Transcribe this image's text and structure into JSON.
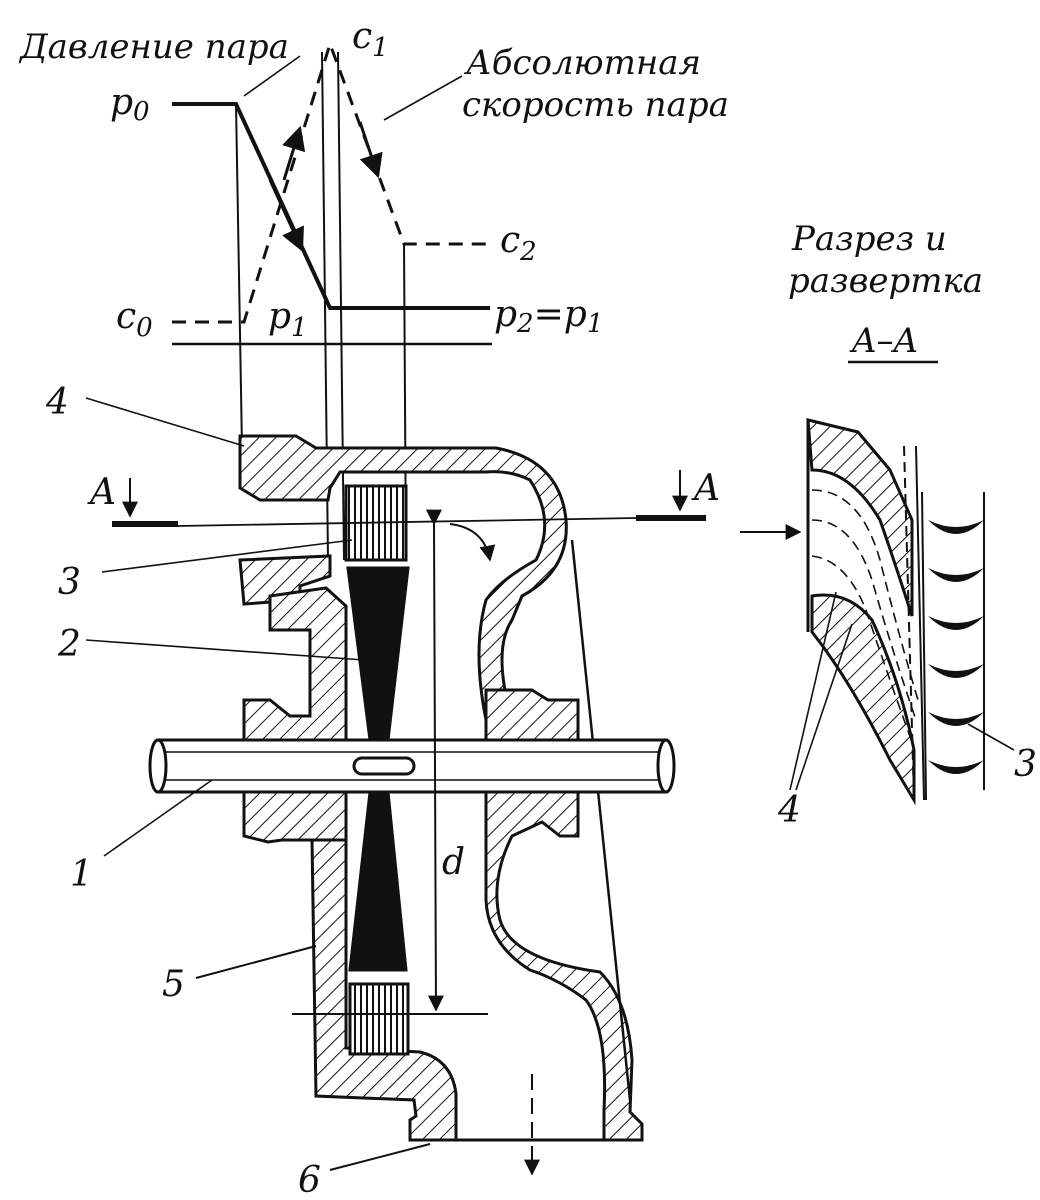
{
  "labels": {
    "pressure": "Давление пара",
    "velocity_line1": "Абсолютная",
    "velocity_line2": "скорость пара",
    "p0": "p",
    "p0_sub": "0",
    "p1": "p",
    "p1_sub": "1",
    "p2": "p",
    "p2_sub": "2",
    "p2_eq": "=",
    "p2_rhs": "p",
    "p2_rhs_sub": "1",
    "c0": "c",
    "c0_sub": "0",
    "c1": "c",
    "c1_sub": "1",
    "c2": "c",
    "c2_sub": "2",
    "section_line1": "Разрез и",
    "section_line2": "развертка",
    "section_name": "A–A",
    "cut_left": "A",
    "cut_right": "A",
    "diameter": "d"
  },
  "parts": {
    "p1": "1",
    "p2": "2",
    "p3": "3",
    "p4": "4",
    "p5": "5",
    "p6": "6",
    "p3_section": "3",
    "p4_section": "4"
  },
  "colors": {
    "ink": "#111111",
    "paper": "#ffffff"
  }
}
